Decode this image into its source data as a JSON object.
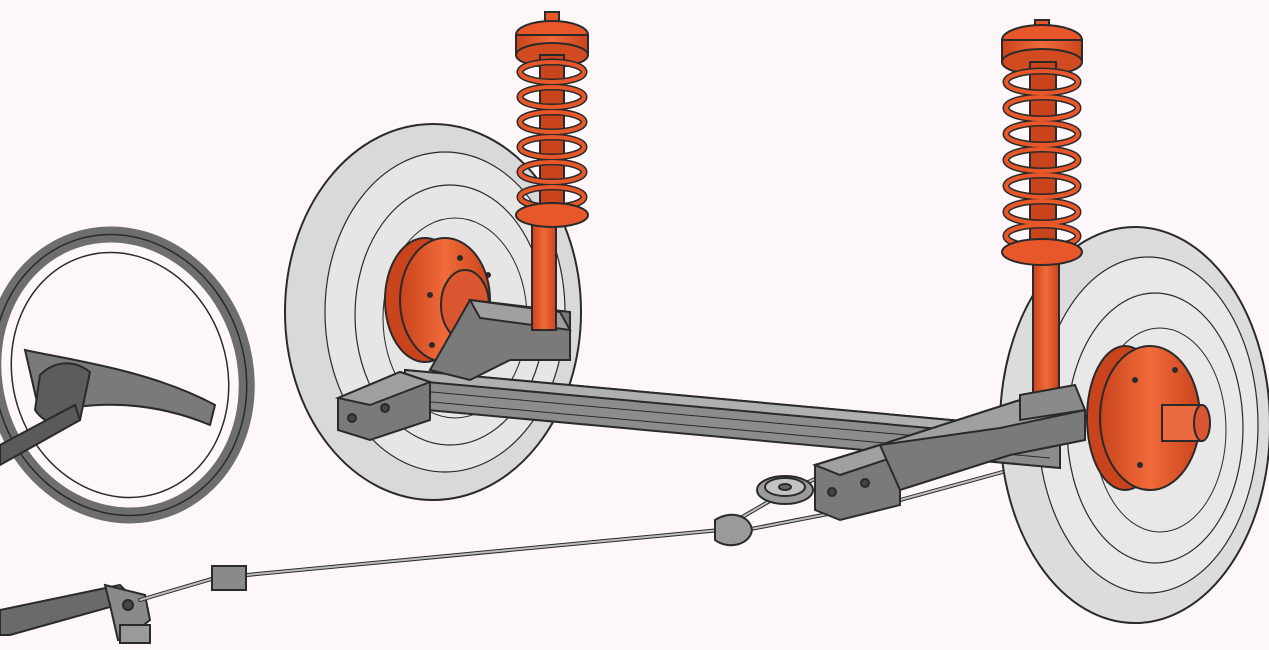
{
  "illustration": {
    "colors": {
      "background": "#fdf7f9",
      "metal": "#7d7d7d",
      "metal_light": "#a2a2a2",
      "metal_dark": "#4a4a4a",
      "tyre": "#d8d8d8",
      "tyre_light": "#eeeeee",
      "accent": "#e8572a",
      "accent_dark": "#b13a14",
      "outline": "#2a2a2a"
    },
    "parts": [
      "steering-wheel",
      "handbrake-lever",
      "handbrake-cable",
      "left-wheel",
      "right-wheel",
      "left-brake-drum",
      "right-brake-drum",
      "left-coil-spring-strut",
      "right-coil-spring-strut",
      "rear-axle-beam",
      "cable-pulley"
    ]
  }
}
